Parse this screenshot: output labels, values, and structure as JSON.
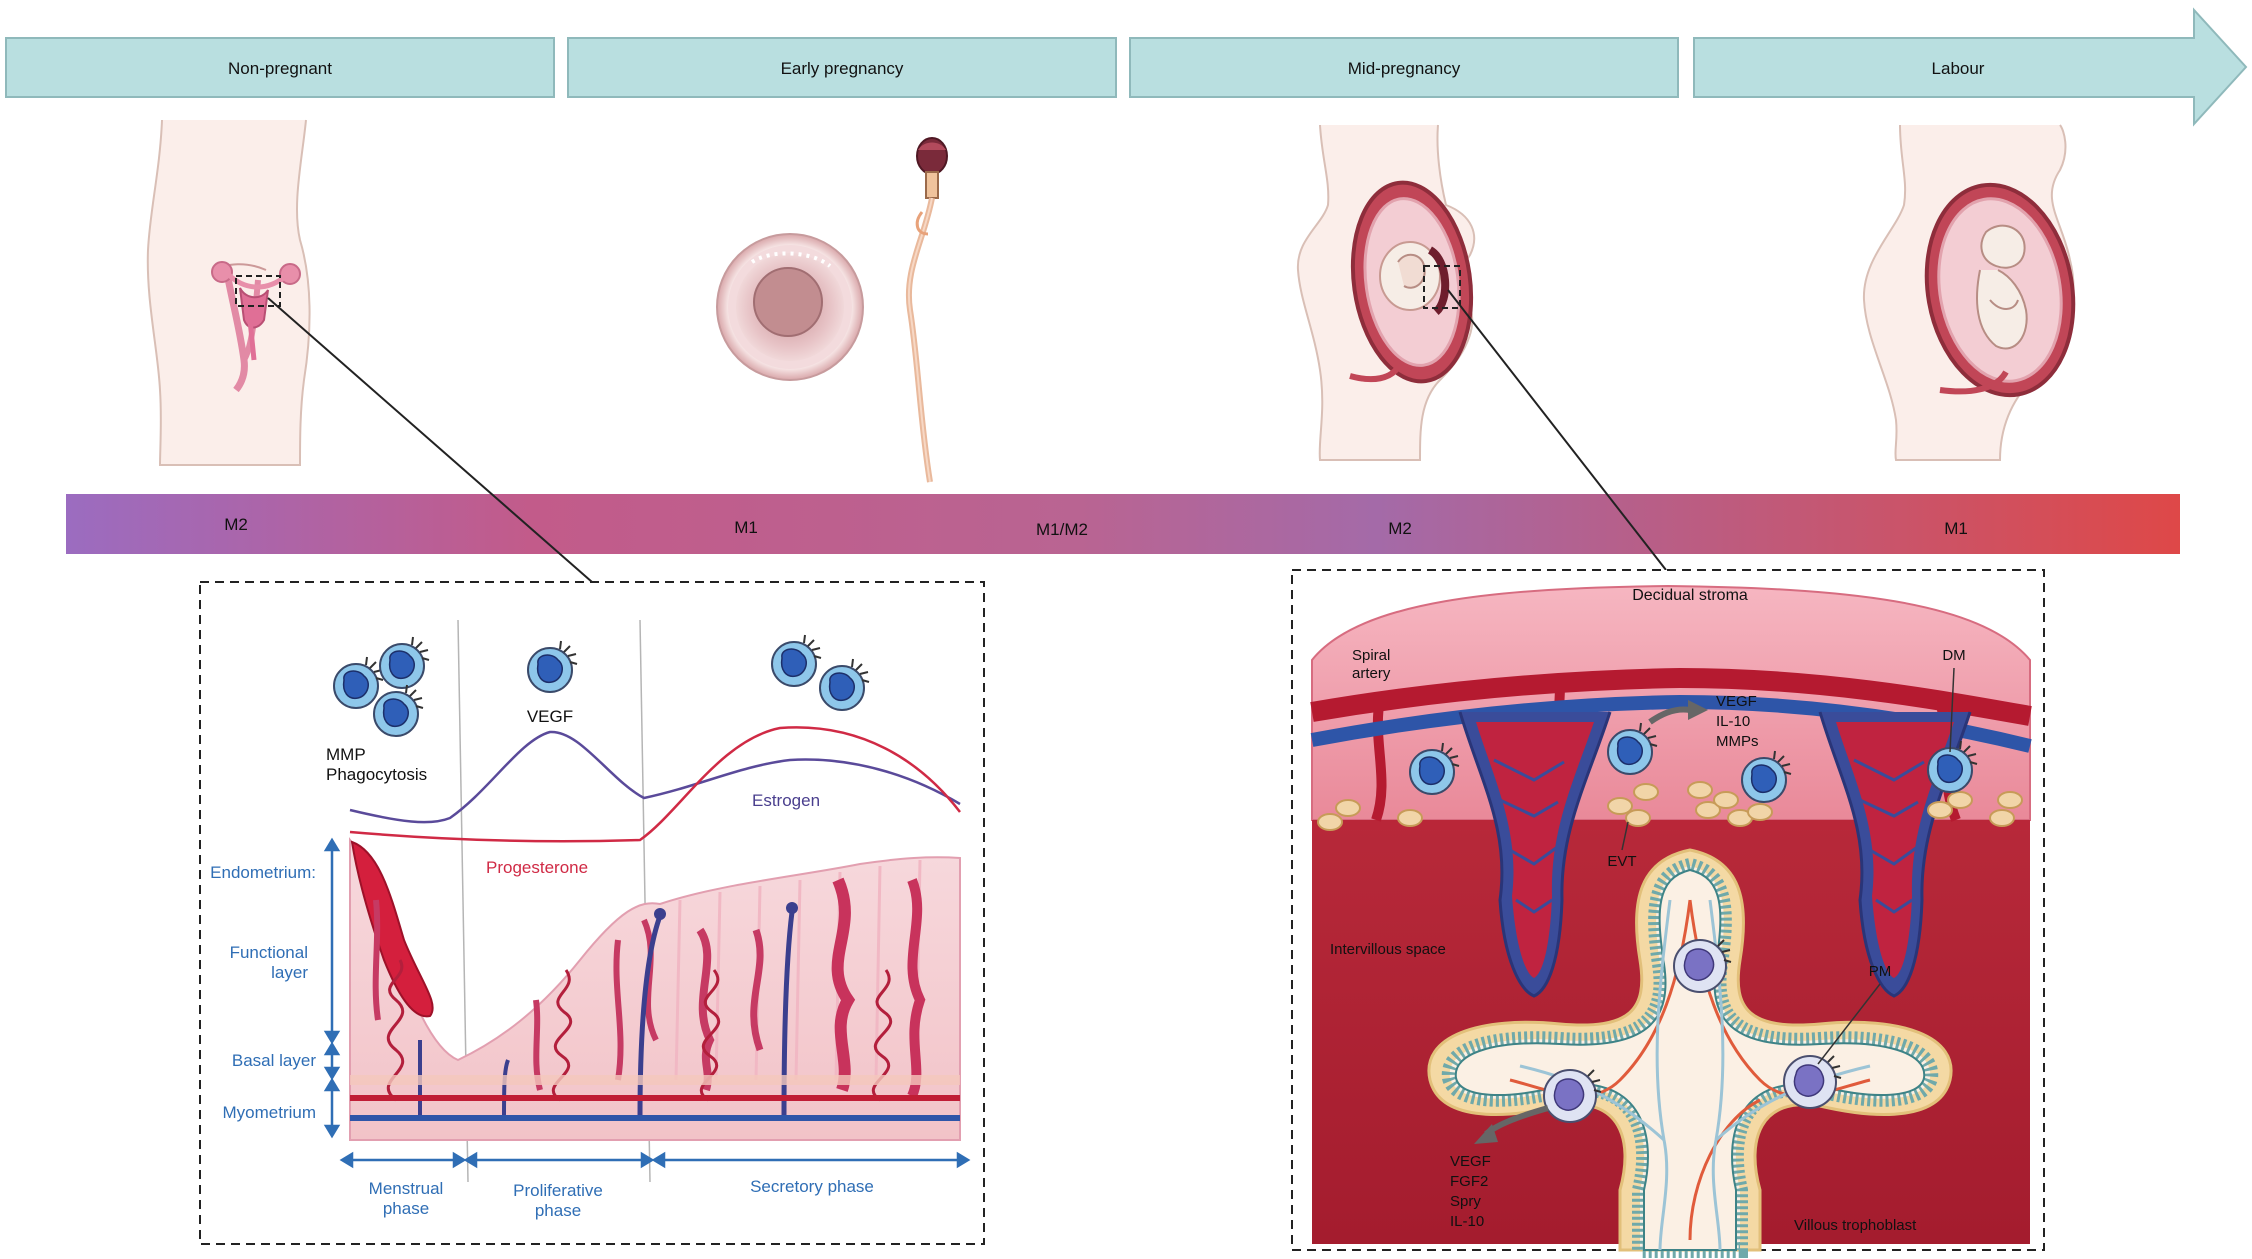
{
  "timeline": {
    "stages": [
      "Non-pregnant",
      "Early pregnancy",
      "Mid-pregnancy",
      "Labour"
    ]
  },
  "macrophage_bar": {
    "labels": [
      "M2",
      "M1",
      "M1/M2",
      "M2",
      "M1"
    ],
    "colors": [
      "#9b6cc0",
      "#c25b8a",
      "#b96492",
      "#a46aa8",
      "#de4848"
    ]
  },
  "menstrual_panel": {
    "cell_functions": [
      "MMP",
      "Phagocytosis"
    ],
    "vegf_label": "VEGF",
    "estrogen_label": "Estrogen",
    "progesterone_label": "Progesterone",
    "layers": {
      "endometrium": "Endometrium:",
      "functional": [
        "Functional",
        "layer"
      ],
      "basal": "Basal layer",
      "myometrium": "Myometrium"
    },
    "phases": {
      "menstrual": [
        "Menstrual",
        "phase"
      ],
      "proliferative": [
        "Proliferative",
        "phase"
      ],
      "secretory": "Secretory phase"
    }
  },
  "placenta_panel": {
    "decidual_stroma": "Decidual stroma",
    "spiral_artery": [
      "Spiral",
      "artery"
    ],
    "dm": "DM",
    "dm_factors": [
      "VEGF",
      "IL-10",
      "MMPs"
    ],
    "evt": "EVT",
    "intervillous_space": "Intervillous space",
    "pm": "PM",
    "pm_factors": [
      "VEGF",
      "FGF2",
      "Spry",
      "IL-10"
    ],
    "villous_trophoblast": "Villous trophoblast"
  },
  "colors": {
    "banner_fill": "#b9dfe0",
    "banner_stroke": "#8fb9bb",
    "label_blue": "#2f6eb5",
    "estrogen": "#5a4a9a",
    "progesterone": "#d02a45",
    "vessel_blue": "#2e55a8",
    "vessel_red": "#c01d35",
    "decidua": "#c4303f",
    "trophoblast": "#8fc5c6"
  },
  "icons": [
    "non-pregnant-body",
    "oocyte",
    "sperm",
    "mid-pregnancy-body",
    "labour-body",
    "macrophage"
  ]
}
